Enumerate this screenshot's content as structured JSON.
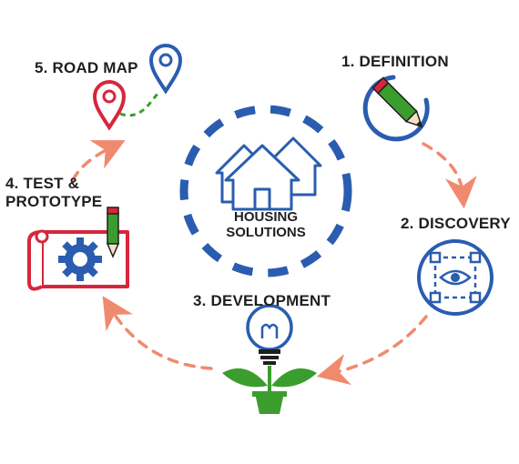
{
  "center": {
    "line1": "HOUSING",
    "line2": "SOLUTIONS"
  },
  "steps": [
    {
      "label": "1. DEFINITION",
      "icon": "pencil-icon"
    },
    {
      "label": "2. DISCOVERY",
      "icon": "eye-target-icon"
    },
    {
      "label": "3. DEVELOPMENT",
      "icon": "lightbulb-plant-icon"
    },
    {
      "label_line1": "4. TEST &",
      "label_line2": "PROTOTYPE",
      "icon": "blueprint-gear-icon"
    },
    {
      "label": "5. ROAD MAP",
      "icon": "map-pins-icon"
    }
  ],
  "colors": {
    "blue": "#2a5db0",
    "red": "#d7263d",
    "green": "#3c9d2f",
    "arrow": "#f08a6e",
    "dark": "#1f1f1f"
  }
}
